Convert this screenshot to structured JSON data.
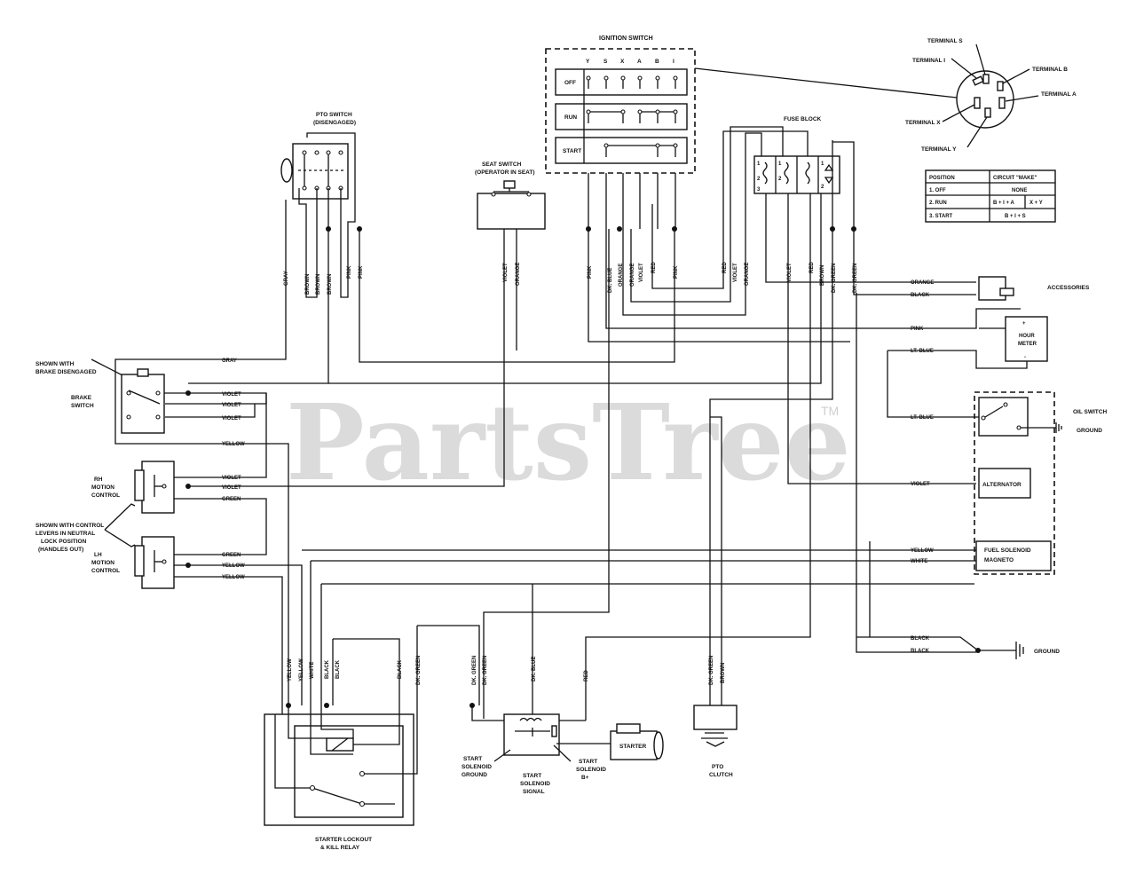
{
  "watermark": {
    "text": "PartsTree",
    "tm": "TM"
  },
  "ignition_switch": {
    "title": "IGNITION SWITCH",
    "cols": [
      "Y",
      "S",
      "X",
      "A",
      "B",
      "I"
    ],
    "rows": [
      "OFF",
      "RUN",
      "START"
    ]
  },
  "key_switch": {
    "terminals": [
      "TERMINAL S",
      "TERMINAL I",
      "TERMINAL B",
      "TERMINAL A",
      "TERMINAL X",
      "TERMINAL Y"
    ]
  },
  "position_table": {
    "headers": [
      "POSITION",
      "CIRCUIT \"MAKE\""
    ],
    "rows": [
      [
        "1. OFF",
        "NONE",
        ""
      ],
      [
        "2. RUN",
        "B + I + A",
        "X + Y"
      ],
      [
        "3. START",
        "B + I + S",
        ""
      ]
    ]
  },
  "components": {
    "pto_switch": [
      "PTO SWITCH",
      "(DISENGAGED)"
    ],
    "seat_switch": [
      "SEAT SWITCH",
      "(OPERATOR IN SEAT)"
    ],
    "fuse_block": "FUSE BLOCK",
    "accessories": "ACCESSORIES",
    "hour_meter": [
      "HOUR",
      "METER"
    ],
    "oil_switch": "OIL SWITCH",
    "ground": "GROUND",
    "alternator": "ALTERNATOR",
    "fuel_solenoid": [
      "FUEL SOLENOID",
      "MAGNETO"
    ],
    "brake_note": [
      "SHOWN WITH",
      "BRAKE DISENGAGED"
    ],
    "brake_switch": [
      "BRAKE",
      "SWITCH"
    ],
    "rh_motion": [
      "RH",
      "MOTION",
      "CONTROL"
    ],
    "control_note": [
      "SHOWN WITH CONTROL",
      "LEVERS IN NEUTRAL",
      "LOCK POSITION",
      "(HANDLES OUT)"
    ],
    "lh_motion": [
      "LH",
      "MOTION",
      "CONTROL"
    ],
    "starter": "STARTER",
    "start_ground": [
      "START",
      "SOLENOID",
      "GROUND"
    ],
    "start_signal": [
      "START",
      "SOLENOID",
      "SIGNAL"
    ],
    "start_bplus": [
      "START",
      "SOLENOID",
      "B+"
    ],
    "pto_clutch": [
      "PTO",
      "CLUTCH"
    ],
    "relay": [
      "STARTER LOCKOUT",
      "& KILL RELAY"
    ],
    "fuse_numbers": [
      "1",
      "2",
      "3",
      "1",
      "2",
      "3",
      "1",
      "2"
    ]
  },
  "wire_labels": {
    "top_vertical": [
      "GRAY",
      "BROWN",
      "BROWN",
      "BROWN",
      "PINK",
      "PINK",
      "VIOLET",
      "ORANGE",
      "PINK",
      "DK. BLUE",
      "ORANGE",
      "ORANGE",
      "VIOLET",
      "RED",
      "PINK",
      "RED",
      "VIOLET",
      "ORANGE",
      "VIOLET",
      "RED",
      "BROWN",
      "DK. GREEN",
      "DK. GREEN"
    ],
    "bottom_vertical": [
      "YELLOW",
      "YELLOW",
      "WHITE",
      "BLACK",
      "BLACK",
      "BLACK",
      "DK. GREEN",
      "DK. GREEN",
      "DK. GREEN",
      "DK. BLUE",
      "RED",
      "DK. GREEN",
      "BROWN"
    ],
    "horizontal_left": [
      "GRAY",
      "VIOLET",
      "VIOLET",
      "VIOLET",
      "YELLOW",
      "VIOLET",
      "VIOLET",
      "GREEN",
      "GREEN",
      "YELLOW",
      "YELLOW"
    ],
    "horizontal_right": [
      "ORANGE",
      "BLACK",
      "PINK",
      "LT. BLUE",
      "LT. BLUE",
      "VIOLET",
      "YELLOW",
      "WHITE",
      "BLACK",
      "BLACK"
    ]
  }
}
